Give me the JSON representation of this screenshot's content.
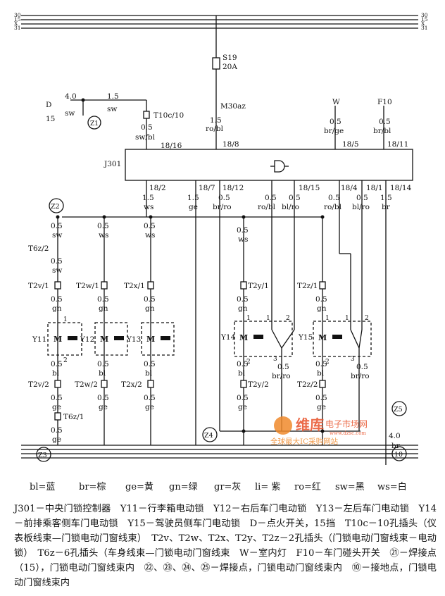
{
  "rails": {
    "top": [
      "30",
      "15",
      "X",
      "31"
    ],
    "bottom": [
      "30",
      "15",
      "X",
      "31"
    ]
  },
  "fuse": {
    "name": "S19",
    "rating": "20A"
  },
  "ignition": {
    "left_terminal": "D",
    "left_terminal_num": "15",
    "wire1_gauge": "4.0",
    "wire1_color": "sw",
    "wire2_gauge": "1.5",
    "wire2_color": "sw",
    "junction": "Z1"
  },
  "top_connectors": {
    "t10c": "T10c/10",
    "t10c_gauge": "0.5",
    "t10c_color": "sw/bl",
    "t10c_pin": "18/16",
    "m30az": "M30az",
    "m30az_gauge": "1.5",
    "m30az_color": "ro/bl",
    "m30az_pin": "18/8",
    "w": "W",
    "w_gauge": "0.5",
    "w_color": "br/ge",
    "w_pin": "18/5",
    "f10": "F10",
    "f10_gauge": "0.5",
    "f10_color": "br/bl",
    "f10_pin": "18/11"
  },
  "controller": {
    "name": "J301"
  },
  "bottom_pins": [
    {
      "pin": "18/2",
      "gauge": "1.5",
      "color": "ws"
    },
    {
      "pin": "18/7",
      "gauge": "1.5",
      "color": "ge"
    },
    {
      "pin": "18/12",
      "gauge": "0.5",
      "color": "br/ro"
    },
    {
      "pin": "",
      "gauge": "0.5",
      "color": "ro/bl"
    },
    {
      "pin": "18/15",
      "gauge": "0.5",
      "color": "bl/ro"
    },
    {
      "pin": "18/4",
      "gauge": "0.5",
      "color": "ro/bl"
    },
    {
      "pin": "18/1",
      "gauge": "0.5",
      "color": "bl/ro"
    },
    {
      "pin": "18/14",
      "gauge": "1.5",
      "color": "br"
    }
  ],
  "junctions": {
    "z2": "Z2",
    "z3": "Z3",
    "z4": "Z4",
    "z5": "Z5",
    "ground": "10"
  },
  "motor_y11": {
    "name": "Y11",
    "g1": "0.5",
    "c1": "sw",
    "conn1": "T6z/2",
    "g2": "0.5",
    "c2": "sw",
    "conn2": "T2v/1",
    "g3": "0.5",
    "c3": "gn",
    "pin1": "1",
    "symbol": "M",
    "pin2": "2",
    "g4": "0.5",
    "c4": "bl",
    "conn3": "T2v/2",
    "g5": "0.5",
    "c5": "ge",
    "conn4": "T6z/1",
    "g6": "0.5",
    "c6": "ge"
  },
  "motor_y12": {
    "name": "Y12",
    "g1": "0.5",
    "c1": "ws",
    "conn1": "T2w/1",
    "g2": "0.5",
    "c2": "gn",
    "symbol": "M",
    "g3": "0.5",
    "c3": "bl",
    "conn2": "T2w/2",
    "g4": "0.5",
    "c4": "ge"
  },
  "motor_y13": {
    "name": "Y13",
    "g1": "0.5",
    "c1": "ws",
    "conn1": "T2x/1",
    "g2": "0.5",
    "c2": "gn",
    "symbol": "M",
    "g3": "0.5",
    "c3": "bl",
    "conn2": "T2x/2",
    "g4": "0.5",
    "c4": "ge"
  },
  "motor_y14": {
    "name": "Y14",
    "g1": "0.5",
    "c1": "ws",
    "conn1": "T2y/1",
    "g2": "0.5",
    "c2": "gn",
    "p1": "1",
    "p2": "1",
    "p3": "2",
    "symbol": "M",
    "p4": "2",
    "p5": "3",
    "g3": "0.5",
    "c3": "bl",
    "conn2": "T2y/2",
    "g4": "0.5",
    "c4": "ge",
    "g5": "0.5",
    "c5": "br/ro"
  },
  "motor_y15": {
    "name": "Y15",
    "conn1": "T2z/1",
    "g1": "0.5",
    "c1": "gn",
    "p1": "1",
    "p2": "1",
    "p3": "2",
    "symbol": "M",
    "p4": "2",
    "p5": "3",
    "g2": "0.5",
    "c2": "bl",
    "conn2": "T2z/2",
    "g3": "0.5",
    "c3": "ge",
    "g4": "0.5",
    "c4": "br/ro"
  },
  "ground_wire": {
    "gauge": "4.0",
    "color": "br"
  },
  "watermark": {
    "brand": "维库",
    "sub": "电子市场网",
    "url": "www.dzsc.com",
    "slogan": "全球最大IC采购网站"
  },
  "legend": [
    "bl=蓝",
    "br=棕",
    "ge=黄",
    "gn=绿",
    "gr=灰",
    "li= 紫",
    "ro=红",
    "sw=黑",
    "ws=白"
  ],
  "caption": "J301－中央门锁控制器　Y11－行李箱电动锁　Y12－右后车门电动锁　Y13－左后车门电动锁　Y14－前排乘客侧车门电动锁　Y15－驾驶员侧车门电动锁　D－点火开关，15挡　T10c－10孔插头（仪表板线束—门锁电动门窗线束）　T2v、T2w、T2x、T2y、T2z－2孔插头（门锁电动门窗线束－电动锁）　T6z－6孔插头（车身线束—门锁电动门窗线束　W－室内灯　F10－车门碰头开关　㉑－焊接点（15），门锁电动门窗线束内　㉒、㉓、㉔、㉕－焊接点，门锁电动门窗线束内　⑩－接地点，门锁电动门窗线束内",
  "colors": {
    "ink": "#111111",
    "watermark_red": "#e8522a",
    "watermark_orange": "#f08a2c"
  }
}
